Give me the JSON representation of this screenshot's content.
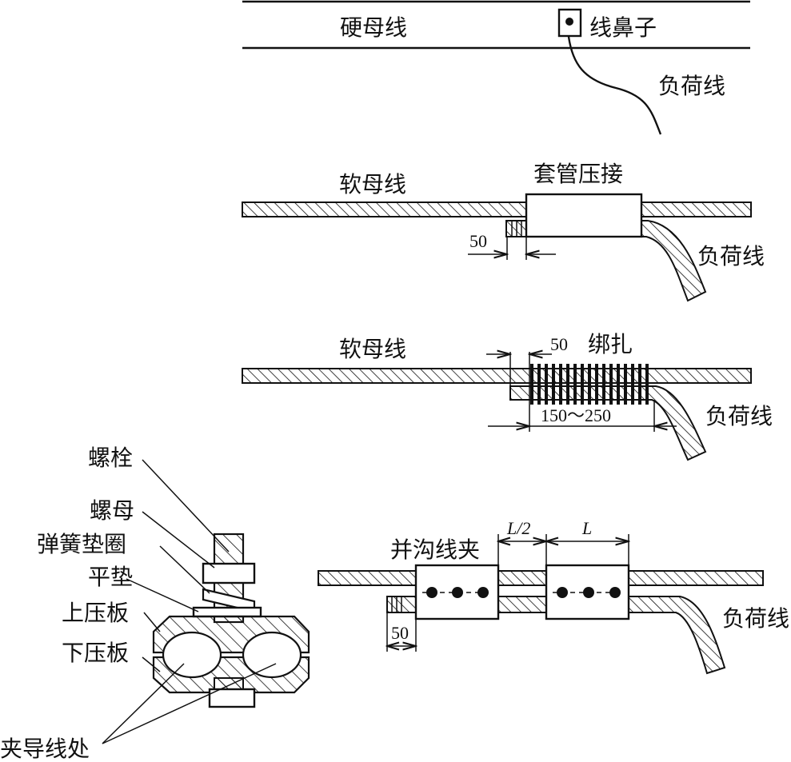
{
  "panel1": {
    "hard_bus_label": "硬母线",
    "lug_label": "线鼻子",
    "load_label": "负荷线"
  },
  "panel2": {
    "soft_bus_label": "软母线",
    "sleeve_label": "套管压接",
    "dim_label": "50",
    "load_label": "负荷线"
  },
  "panel3": {
    "soft_bus_label": "软母线",
    "dim_label": "50",
    "binding_label": "绑扎",
    "length_label": "150～250",
    "load_label": "负荷线"
  },
  "panel4": {
    "bolt_label": "螺栓",
    "nut_label": "螺母",
    "spring_washer_label": "弹簧垫圈",
    "flat_washer_label": "平垫",
    "upper_plate_label": "上压板",
    "lower_plate_label": "下压板",
    "clamp_point_label": "夹导线处"
  },
  "panel5": {
    "clamp_label": "并沟线夹",
    "half_l_label": "L/2",
    "l_label": "L",
    "dim_label": "50",
    "load_label": "负荷线"
  }
}
